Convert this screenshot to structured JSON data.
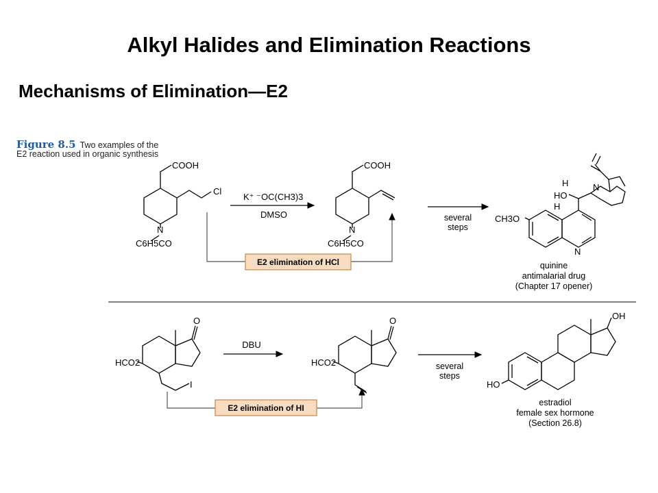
{
  "slide": {
    "title": "Alkyl Halides and Elimination Reactions",
    "subtitle": "Mechanisms of Elimination—E2"
  },
  "figure": {
    "label": "Figure 8.5",
    "caption": "Two examples of the E2 reaction used in organic synthesis"
  },
  "reaction1": {
    "reactant": {
      "cooh": "COOH",
      "halogen": "Cl",
      "nitrogen": "N",
      "acyl": "C6H5CO"
    },
    "reagent_above": "K⁺ ⁻OC(CH3)3",
    "reagent_below": "DMSO",
    "product": {
      "cooh": "COOH",
      "nitrogen": "N",
      "acyl": "C6H5CO"
    },
    "steps_line1": "several",
    "steps_line2": "steps",
    "target": {
      "methoxy": "CH3O",
      "ho": "HO",
      "h_top": "H",
      "h_bottom": "H",
      "n_bridge": "N",
      "n_ring": "N",
      "name": "quinine",
      "description": "antimalarial drug",
      "reference": "(Chapter 17 opener)"
    },
    "elimination_label": "E2 elimination of HCl"
  },
  "reaction2": {
    "reactant": {
      "ketone": "O",
      "ester": "HCO2",
      "halogen": "I"
    },
    "reagent_above": "DBU",
    "product": {
      "ketone": "O",
      "ester": "HCO2"
    },
    "steps_line1": "several",
    "steps_line2": "steps",
    "target": {
      "oh": "OH",
      "ho": "HO",
      "name": "estradiol",
      "description": "female sex hormone",
      "reference": "(Section 26.8)"
    },
    "elimination_label": "E2 elimination of HI"
  },
  "colors": {
    "highlight_box_fill": "#f7dcc0",
    "highlight_box_border": "#c8864a",
    "figure_label": "#1b5ea6",
    "line": "#000000",
    "divider": "#555555"
  }
}
